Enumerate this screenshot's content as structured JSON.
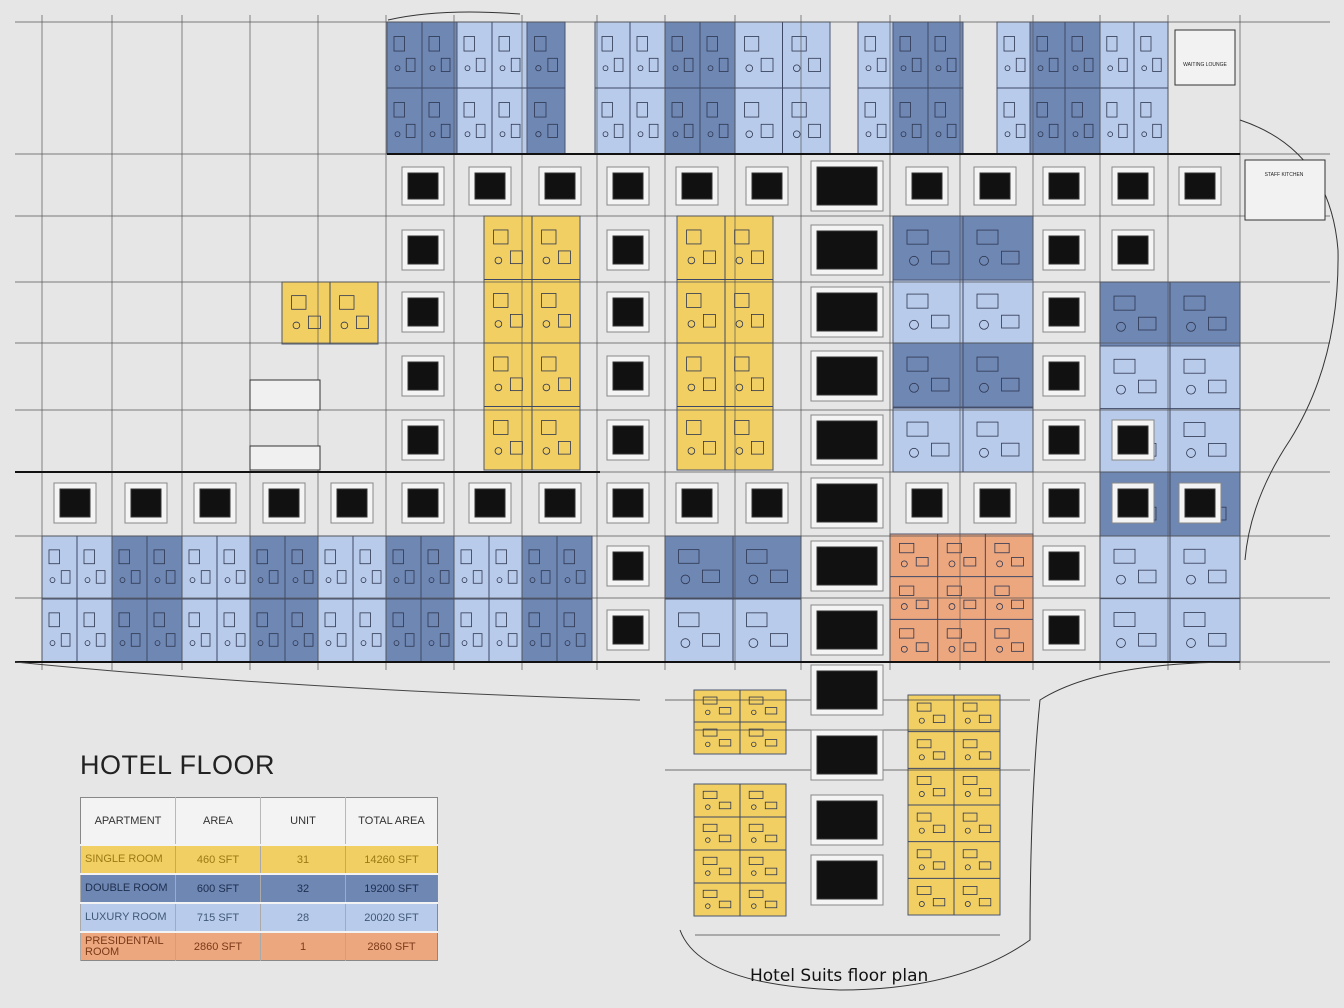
{
  "title": "HOTEL FLOOR",
  "caption": "Hotel Suits floor plan",
  "legend": {
    "headers": [
      "APARTMENT",
      "AREA",
      "UNIT",
      "TOTAL AREA"
    ],
    "rows": [
      {
        "apartment": "SINGLE ROOM",
        "area": "460 SFT",
        "unit": "31",
        "total": "14260 SFT",
        "color": "#f2cf63",
        "text_color": "#9a7a16"
      },
      {
        "apartment": "DOUBLE ROOM",
        "area": "600 SFT",
        "unit": "32",
        "total": "19200 SFT",
        "color": "#6f87b3",
        "text_color": "#1e2e4e"
      },
      {
        "apartment": "LUXURY ROOM",
        "area": "715 SFT",
        "unit": "28",
        "total": "20020 SFT",
        "color": "#b9cbea",
        "text_color": "#405878"
      },
      {
        "apartment": "PRESIDENTAIL ROOM",
        "area": "2860 SFT",
        "unit": "1",
        "total": "2860 SFT",
        "color": "#eda77f",
        "text_color": "#7a3a18"
      }
    ]
  },
  "plan_labels": {
    "waiting_lounge": "WAITING LOUNGE",
    "staff_kitchen": "STAFF KITCHEN"
  }
}
